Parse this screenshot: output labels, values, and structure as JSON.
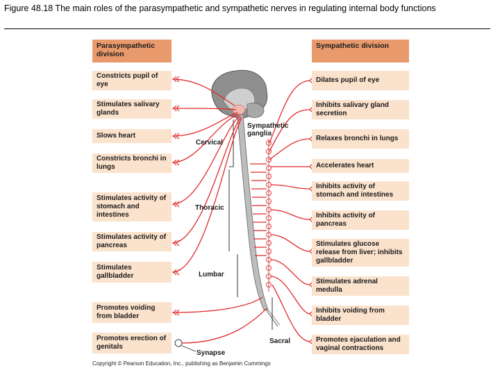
{
  "caption": "Figure 48.18 The main roles of the parasympathetic and sympathetic nerves in regulating internal body functions",
  "parasympathetic": {
    "title": "Parasympathetic division",
    "items": [
      "Constricts pupil of eye",
      "Stimulates salivary glands",
      "Slows heart",
      "Constricts bronchi in lungs",
      "Stimulates activity of stomach and intestines",
      "Stimulates activity of pancreas",
      "Stimulates gallbladder",
      "Promotes voiding from bladder",
      "Promotes erection of genitals"
    ]
  },
  "sympathetic": {
    "title": "Sympathetic division",
    "items": [
      "Dilates pupil of eye",
      "Inhibits salivary gland secretion",
      "Relaxes bronchi in lungs",
      "Accelerates heart",
      "Inhibits activity of stomach and intestines",
      "Inhibits activity of pancreas",
      "Stimulates glucose release from liver; inhibits gallbladder",
      "Stimulates adrenal medulla",
      "Inhibits voiding from bladder",
      "Promotes ejaculation and vaginal contractions"
    ]
  },
  "regions": {
    "cervical": "Cervical",
    "thoracic": "Thoracic",
    "lumbar": "Lumbar",
    "sacral": "Sacral"
  },
  "labels": {
    "sympathetic_ganglia": "Sympathetic ganglia",
    "synapse": "Synapse"
  },
  "copyright": "Copyright © Pearson Education, Inc., publishing as Benjamin Cummings",
  "colors": {
    "nerve": "#e02828",
    "header_fill": "#e99a6c",
    "box_fill": "#fbe2cd",
    "brain": "#8f8f8f",
    "spinal_cord": "#bdbdbd"
  }
}
